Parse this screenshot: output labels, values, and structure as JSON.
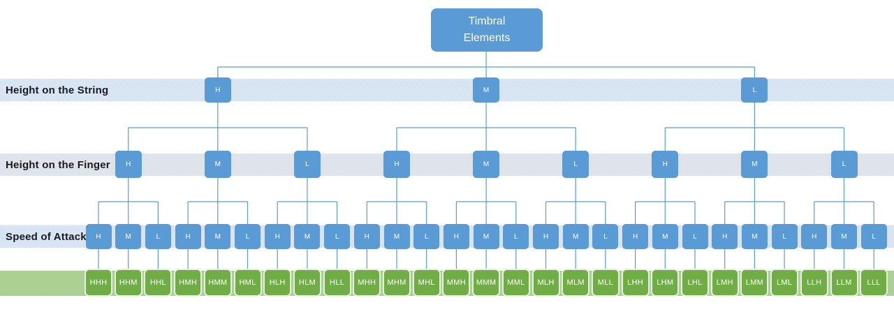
{
  "root": {
    "line1": "Timbral",
    "line2": "Elements"
  },
  "rows": [
    {
      "label": "Height on the String",
      "nodes": [
        "H",
        "M",
        "L"
      ]
    },
    {
      "label": "Height on the Finger",
      "nodes": [
        "H",
        "M",
        "L",
        "H",
        "M",
        "L",
        "H",
        "M",
        "L"
      ]
    },
    {
      "label": "Speed of Attack",
      "nodes": [
        "H",
        "M",
        "L",
        "H",
        "M",
        "L",
        "H",
        "M",
        "L",
        "H",
        "M",
        "L",
        "H",
        "M",
        "L",
        "H",
        "M",
        "L",
        "H",
        "M",
        "L",
        "H",
        "M",
        "L",
        "H",
        "M",
        "L"
      ]
    },
    {
      "label": "",
      "nodes": [
        "HHH",
        "HHM",
        "HHL",
        "HMH",
        "HMM",
        "HML",
        "HLH",
        "HLM",
        "HLL",
        "MHH",
        "MHM",
        "MHL",
        "MMH",
        "MMM",
        "MML",
        "MLH",
        "MLM",
        "MLL",
        "LHH",
        "LHM",
        "LHL",
        "LMH",
        "LMM",
        "LML",
        "LLH",
        "LLM",
        "LLL"
      ]
    }
  ],
  "colors": {
    "node_blue": "#5B9BD5",
    "band_blue": "#DCE6F2",
    "leaf_green": "#70AD47",
    "band_green": "#A9D08E",
    "connector": "#5B9BD5",
    "label_text": "#1A1A1A"
  }
}
